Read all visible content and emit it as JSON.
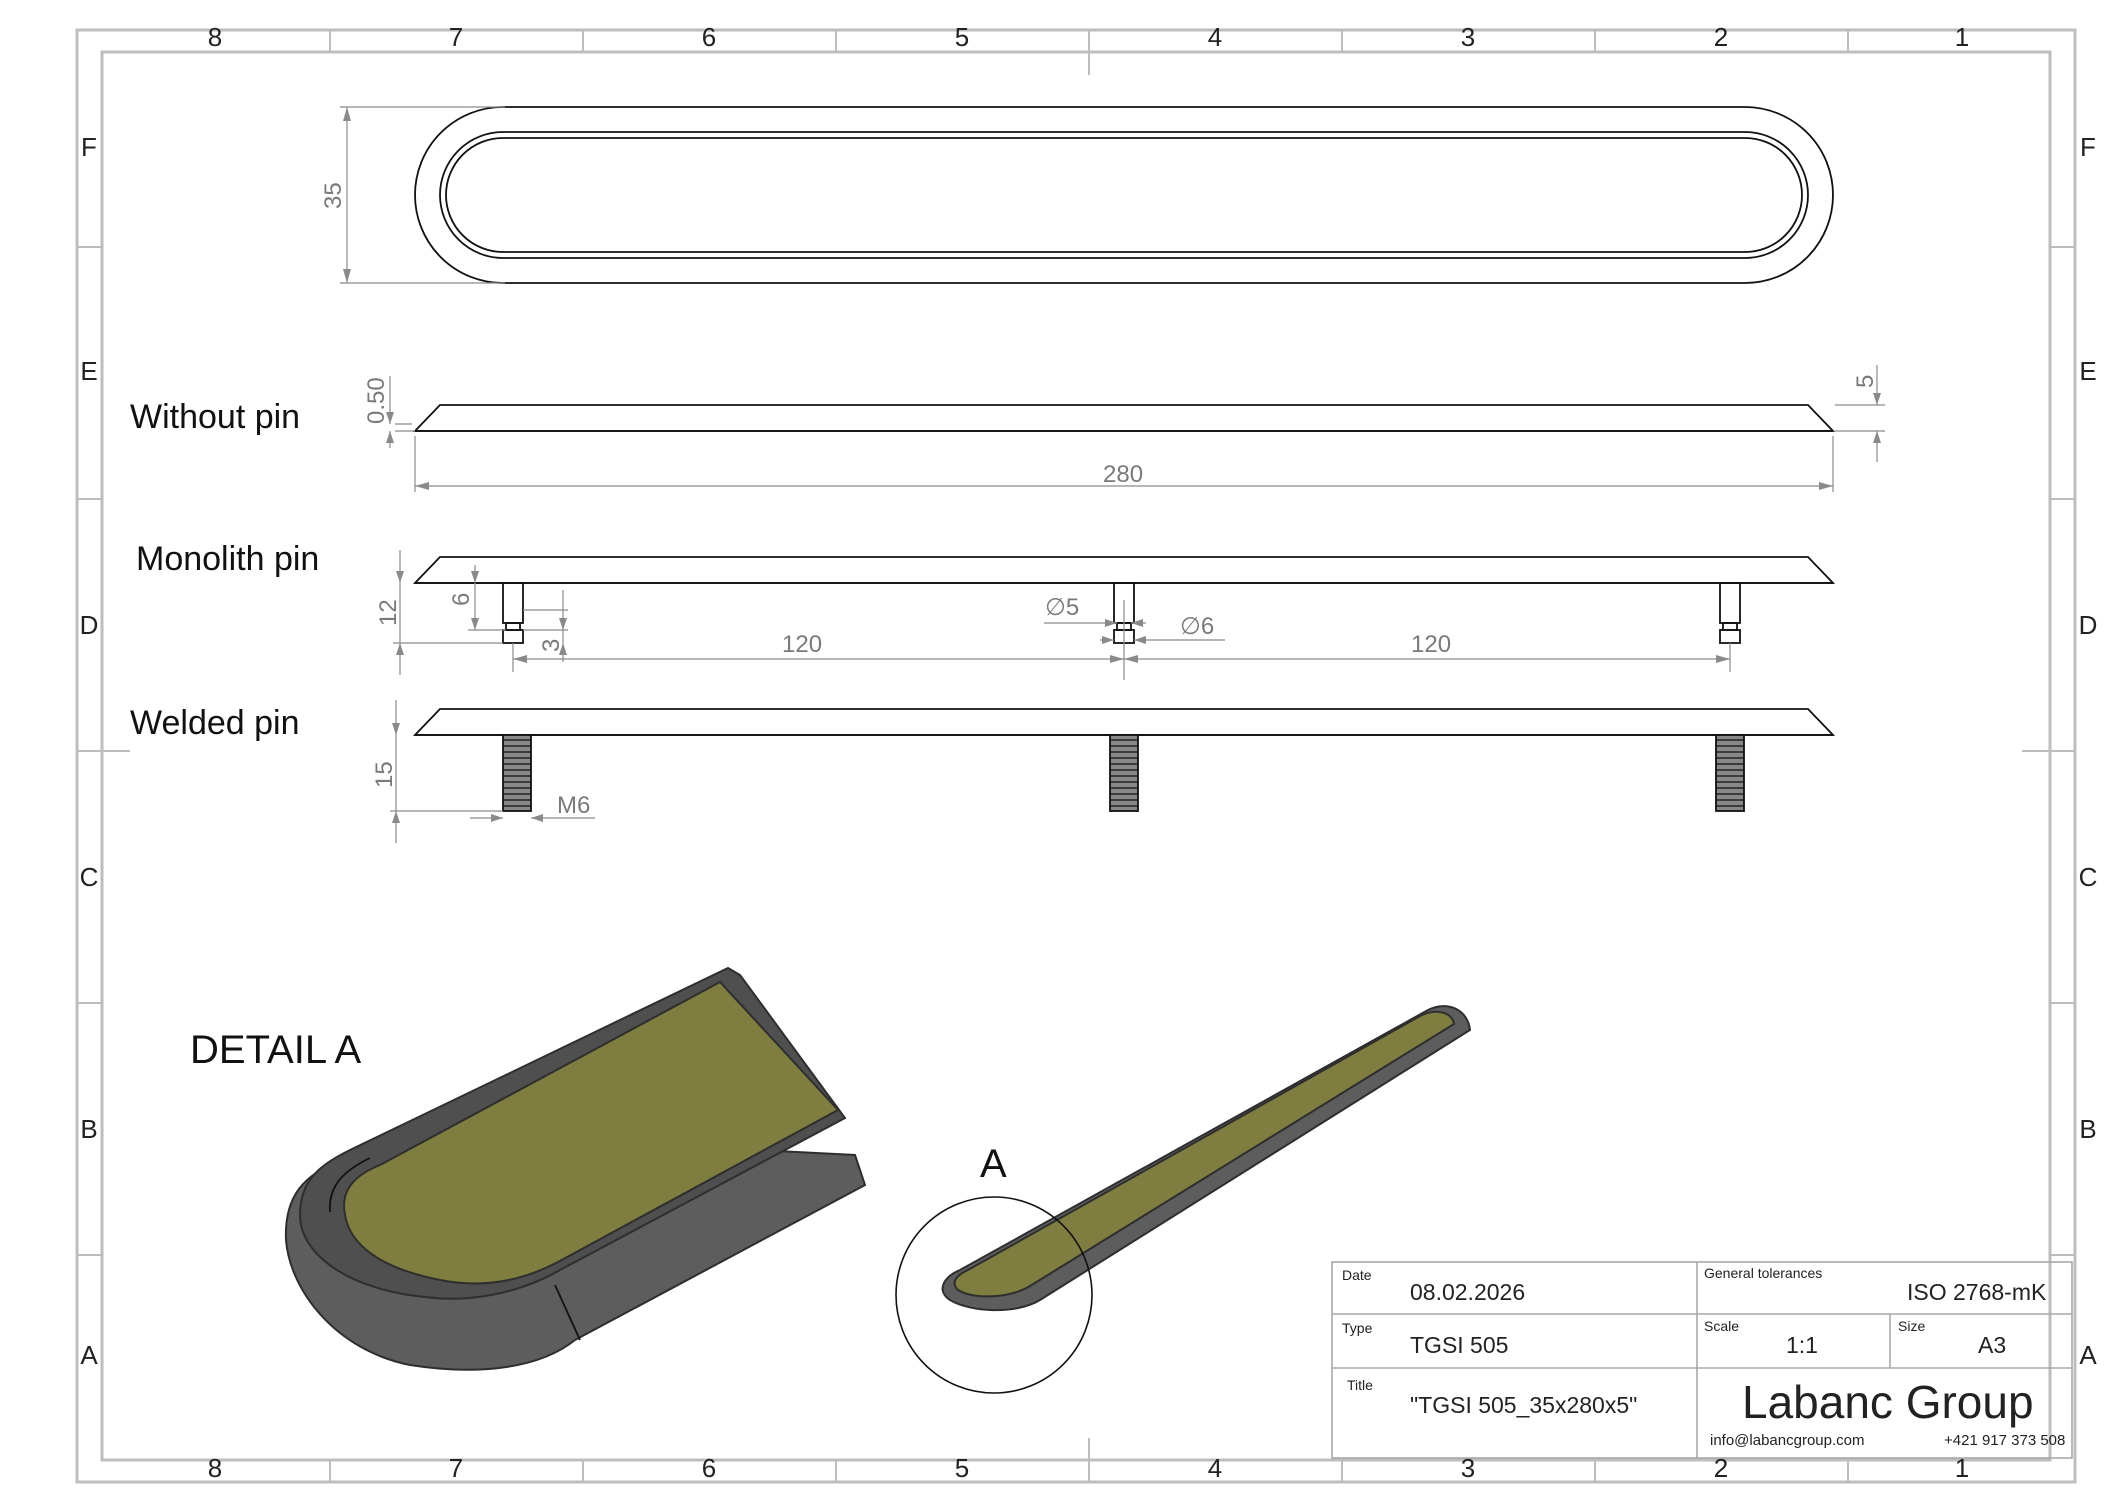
{
  "zones": {
    "columns": [
      "8",
      "7",
      "6",
      "5",
      "4",
      "3",
      "2",
      "1"
    ],
    "rows": [
      "F",
      "E",
      "D",
      "C",
      "B",
      "A"
    ]
  },
  "views": {
    "without_pin": "Without pin",
    "monolith_pin": "Monolith pin",
    "welded_pin": "Welded pin",
    "detail_title": "DETAIL A",
    "detail_marker": "A"
  },
  "dimensions": {
    "width": "35",
    "length": "280",
    "edge_thickness": "0.50",
    "height": "5",
    "pin_length": "12",
    "pin_shank": "6",
    "pin_tip": "3",
    "pin_spacing_left": "120",
    "pin_spacing_right": "120",
    "pin_diameter_small": "∅5",
    "pin_diameter_large": "∅6",
    "weld_pin_length": "15",
    "thread": "M6"
  },
  "title_block": {
    "date_label": "Date",
    "date_value": "08.02.2026",
    "tolerances_label": "General tolerances",
    "tolerances_value": "ISO 2768-mK",
    "type_label": "Type",
    "type_value": "TGSI 505",
    "scale_label": "Scale",
    "scale_value": "1:1",
    "size_label": "Size",
    "size_value": "A3",
    "title_label": "Title",
    "title_value": "\"TGSI 505_35x280x5\"",
    "company": "Labanc Group",
    "email": "info@labancgroup.com",
    "phone": "+421 917 373 508"
  },
  "colors": {
    "insert_olive": "#7f7e40",
    "body_dark": "#5d5d5d",
    "body_edge": "#2e2e2e"
  }
}
